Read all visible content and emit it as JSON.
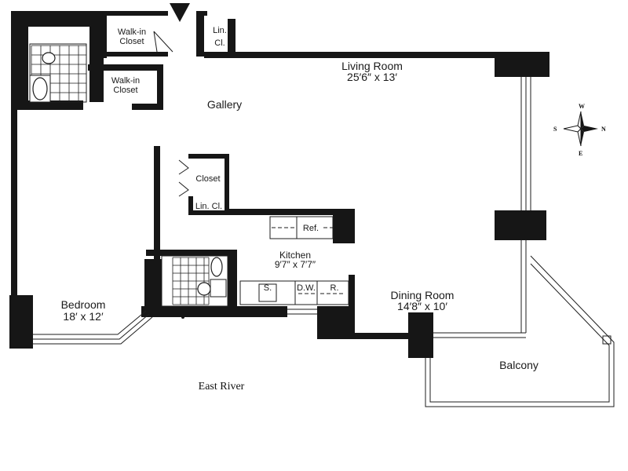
{
  "labels": {
    "walk_in_closet_top_line1": "Walk-in",
    "walk_in_closet_top_line2": "Closet",
    "lin_cl_top_line1": "Lin.",
    "lin_cl_top_line2": "Cl.",
    "walk_in_closet_bath_line1": "Walk-in",
    "walk_in_closet_bath_line2": "Closet",
    "living_room": "Living Room",
    "living_room_dims": "25′6″ x 13′",
    "gallery": "Gallery",
    "closet": "Closet",
    "lin_cl_kitchen": "Lin. Cl.",
    "ref": "Ref.",
    "kitchen": "Kitchen",
    "kitchen_dims": "9′7″ x 7′7″",
    "sink": "S.",
    "dishwasher": "D.W.",
    "range": "R.",
    "bedroom": "Bedroom",
    "bedroom_dims": "18′ x 12′",
    "dining_room": "Dining Room",
    "dining_room_dims": "14′8″ x 10′",
    "balcony": "Balcony",
    "east_river": "East River"
  },
  "compass": {
    "north": "N",
    "south": "S",
    "east": "E",
    "west": "W"
  },
  "colors": {
    "wall": "#161616",
    "line": "#1e1e1e",
    "background": "#ffffff"
  }
}
